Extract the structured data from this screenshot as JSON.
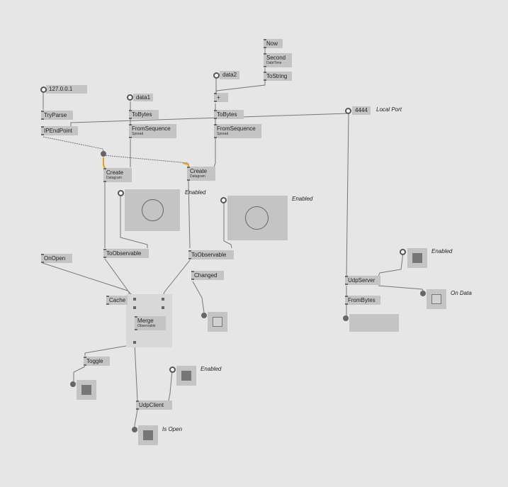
{
  "nodes": {
    "now": "Now",
    "second": "Second",
    "second_sub": "DateTime",
    "tostring": "ToString",
    "plus": "+",
    "tobytes_1": "ToBytes",
    "tobytes_2": "ToBytes",
    "fromsequence_1": "FromSequence",
    "fromsequence_1_sub": "Spread",
    "fromsequence_2": "FromSequence",
    "fromsequence_2_sub": "Spread",
    "tryparse": "TryParse",
    "ipendpoint": "IPEndPoint",
    "create_1": "Create",
    "create_1_sub": "Datagram",
    "create_2": "Create",
    "create_2_sub": "Datagram",
    "toobservable_1": "ToObservable",
    "toobservable_2": "ToObservable",
    "onopen": "OnOpen",
    "changed": "Changed",
    "cache": "Cache",
    "merge": "Merge",
    "merge_sub": "Observable",
    "toggle": "Toggle",
    "udpclient": "UdpClient",
    "udpserver": "UdpServer",
    "frombytes": "FromBytes"
  },
  "iobox_values": {
    "ip": "127.0.0.1",
    "data1": "data1",
    "data2": "data2",
    "port": "4444"
  },
  "labels": {
    "local_port": "Local Port",
    "enabled_render_1": "Enabled",
    "enabled_render_2": "Enabled",
    "enabled_server": "Enabled",
    "on_data": "On Data",
    "enabled_client": "Enabled",
    "is_open": "Is Open"
  },
  "colors": {
    "background": "#e6e6e6",
    "node": "#c4c4c4",
    "link": "#777777",
    "link_highlight": "#e0a020"
  }
}
